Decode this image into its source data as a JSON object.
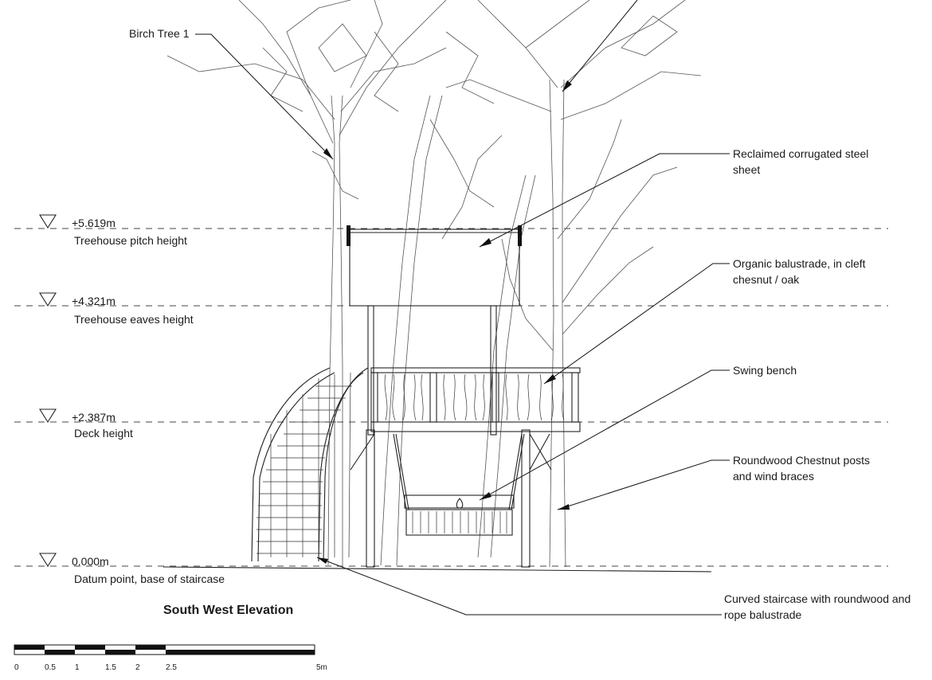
{
  "title": "South West Elevation",
  "levels": [
    {
      "value": "+5.619m",
      "label": "Treehouse pitch height"
    },
    {
      "value": "+4.321m",
      "label": "Treehouse eaves height"
    },
    {
      "value": "+2.387m",
      "label": "Deck height"
    },
    {
      "value": "0.000m",
      "label": "Datum point, base of staircase"
    }
  ],
  "annotations": {
    "birch": "Birch Tree 1",
    "roof": [
      "Reclaimed corrugated steel",
      "sheet"
    ],
    "balustrade": [
      "Organic balustrade, in cleft",
      "chesnut / oak"
    ],
    "swing": [
      "Swing bench"
    ],
    "posts": [
      "Roundwood Chestnut posts",
      "and wind braces"
    ],
    "stair": [
      "Curved staircase with roundwood and",
      "rope balustrade"
    ]
  },
  "scale_bar": {
    "ticks": [
      "0",
      "0.5",
      "1",
      "1.5",
      "2",
      "2.5"
    ],
    "end": "5m"
  }
}
